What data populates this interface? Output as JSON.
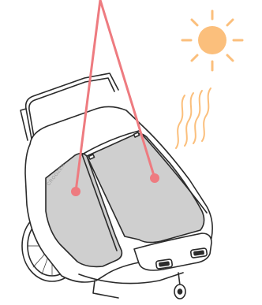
{
  "illustration": {
    "brand_text": "CROOZER",
    "colors": {
      "pointer": "#ee7b80",
      "sun": "#fbbf7c",
      "panel": "#cfcfcf",
      "outline": "#2b2b2b"
    },
    "callouts": [
      {
        "name": "left-panel-callout"
      },
      {
        "name": "top-panel-callout"
      }
    ]
  }
}
